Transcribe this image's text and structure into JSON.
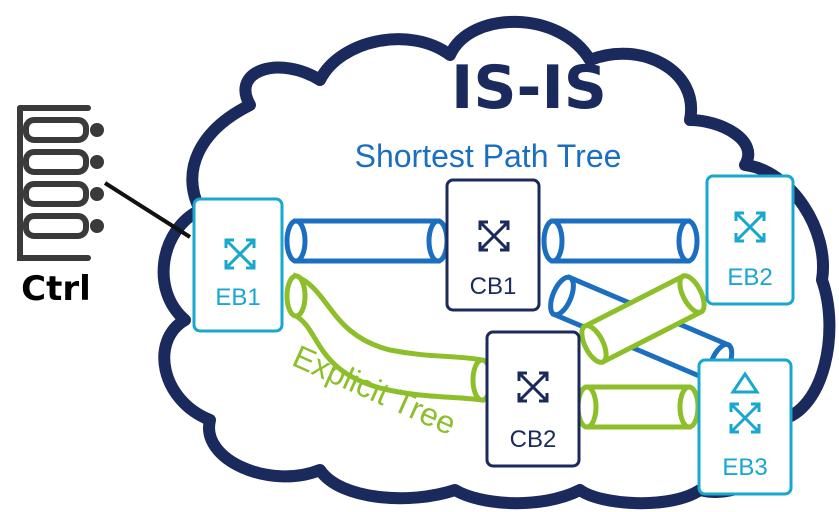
{
  "diagram": {
    "protocol_title": "IS-IS",
    "spt_label": "Shortest Path Tree",
    "explicit_label": "Explicit Tree",
    "controller_label": "Ctrl",
    "nodes": {
      "eb1": "EB1",
      "eb2": "EB2",
      "eb3": "EB3",
      "cb1": "CB1",
      "cb2": "CB2"
    }
  },
  "colors": {
    "cloud_outline": "#1a2a5c",
    "spt_blue": "#1c6fc0",
    "explicit_green": "#8cbf2a",
    "edge_node": "#19a7d0",
    "core_node": "#1a2a5c",
    "controller": "#3a3a3a"
  },
  "icons": {
    "edge_switch": "crossed-arrows-icon",
    "core_switch": "crossed-arrows-icon",
    "eb3_extra": "triangle-icon",
    "controller": "server-rack-icon"
  }
}
